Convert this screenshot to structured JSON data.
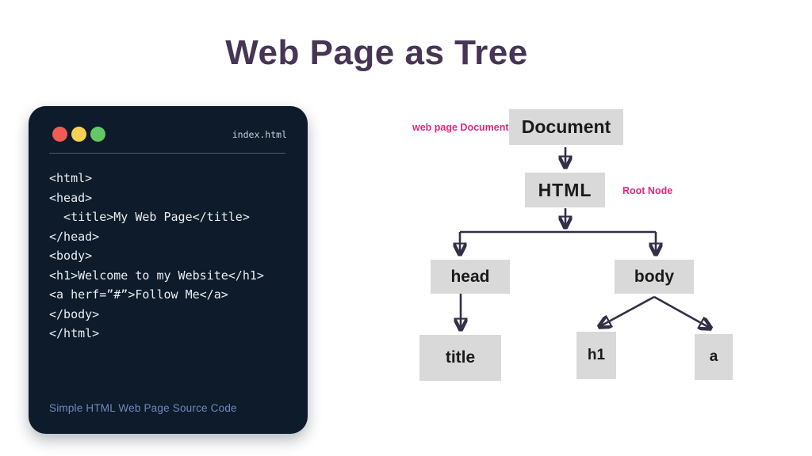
{
  "header": {
    "title": "Web Page as Tree"
  },
  "code_window": {
    "filename": "index.html",
    "window_controls": [
      "close",
      "minimize",
      "maximize"
    ],
    "code_lines": [
      "<html>",
      "<head>",
      "  <title>My Web Page</title>",
      "</head>",
      "<body>",
      "<h1>Welcome to my Website</h1>",
      "<a herf=”#”>Follow Me</a>",
      "</body>",
      "</html>"
    ],
    "caption": "Simple HTML Web Page Source Code"
  },
  "tree": {
    "nodes": [
      {
        "id": "document",
        "label": "Document"
      },
      {
        "id": "html",
        "label": "HTML"
      },
      {
        "id": "head",
        "label": "head"
      },
      {
        "id": "body",
        "label": "body"
      },
      {
        "id": "title",
        "label": "title"
      },
      {
        "id": "h1",
        "label": "h1"
      },
      {
        "id": "a",
        "label": "a"
      }
    ],
    "edges": [
      {
        "from": "document",
        "to": "html"
      },
      {
        "from": "html",
        "to": "head"
      },
      {
        "from": "html",
        "to": "body"
      },
      {
        "from": "head",
        "to": "title"
      },
      {
        "from": "body",
        "to": "h1"
      },
      {
        "from": "body",
        "to": "a"
      }
    ],
    "annotations": [
      {
        "text": "web page Document",
        "target": "document"
      },
      {
        "text": "Root Node",
        "target": "html"
      }
    ]
  },
  "colors": {
    "title-purple": "#463554",
    "window-bg": "#0d1b2a",
    "code-text": "#e8edf2",
    "caption-blue": "#7487bf",
    "node-bg": "#d9d9d9",
    "node-text": "#1a1a1a",
    "arrow": "#322f47",
    "accent-pink": "#e7257f",
    "dot-red": "#f15b55",
    "dot-yellow": "#f7d154",
    "dot-green": "#64c964"
  }
}
